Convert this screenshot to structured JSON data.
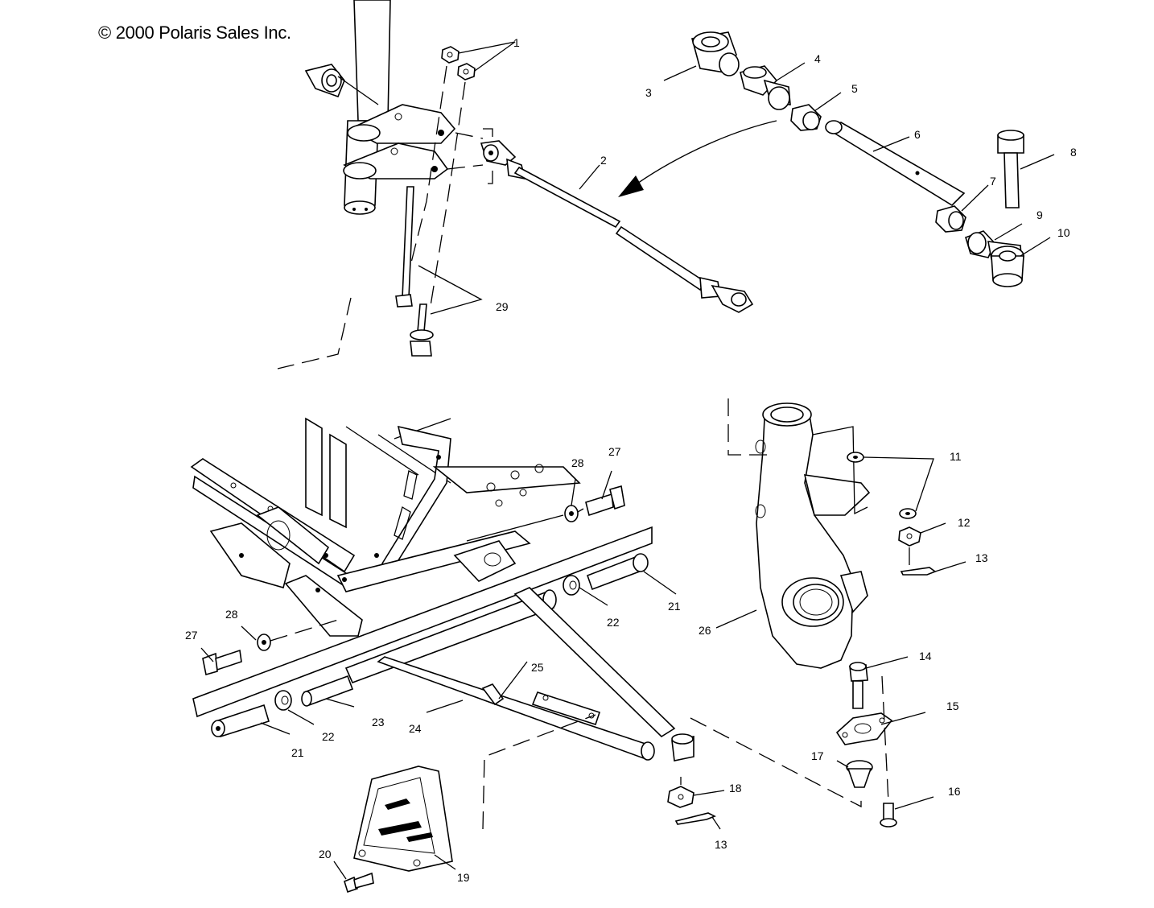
{
  "copyright": "© 2000 Polaris Sales Inc.",
  "callouts": [
    "1",
    "2",
    "3",
    "4",
    "5",
    "6",
    "7",
    "8",
    "9",
    "10",
    "11",
    "12",
    "13",
    "13",
    "14",
    "15",
    "16",
    "17",
    "18",
    "19",
    "20",
    "21",
    "21",
    "22",
    "22",
    "23",
    "24",
    "25",
    "26",
    "27",
    "27",
    "28",
    "28",
    "29"
  ]
}
